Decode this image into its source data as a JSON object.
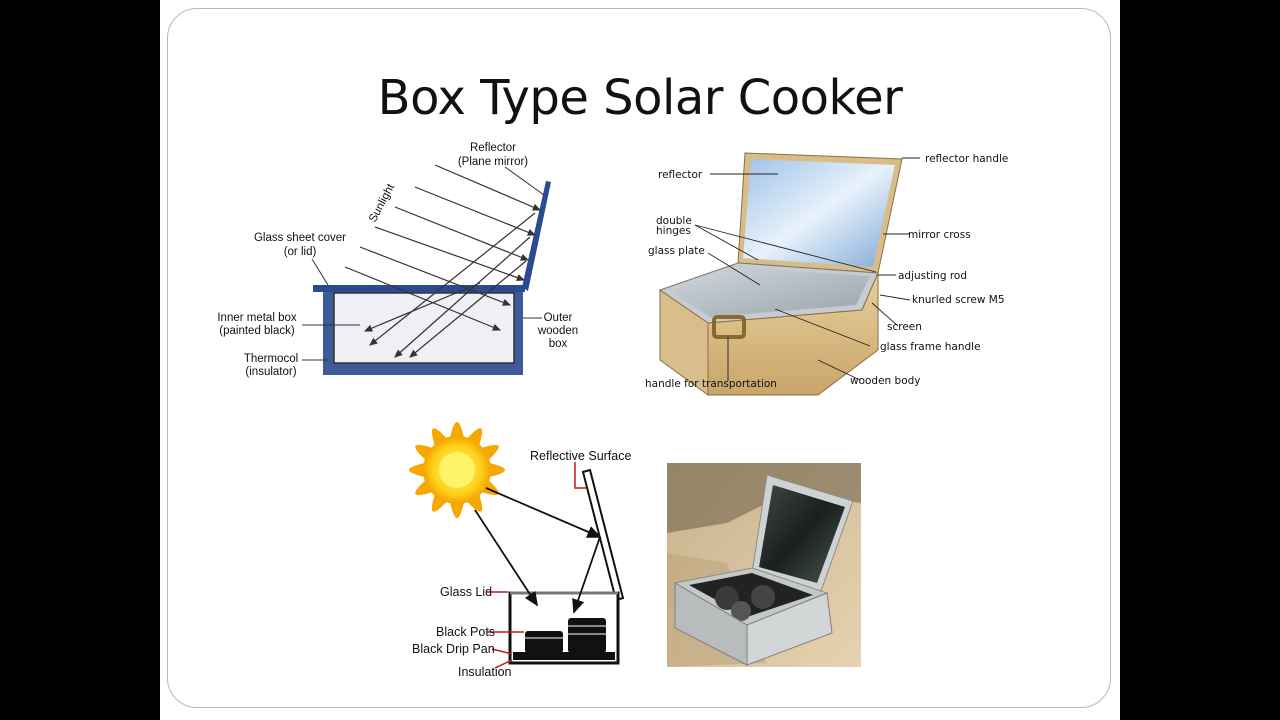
{
  "slide": {
    "title": "Box Type Solar Cooker"
  },
  "diagram1": {
    "reflector": "Reflector",
    "reflector_sub": "(Plane mirror)",
    "sunlight": "Sunlight",
    "glass_cover": "Glass sheet cover",
    "glass_cover_sub": "(or lid)",
    "inner_box": "Inner metal box",
    "inner_box_sub": "(painted black)",
    "outer_box_1": "Outer",
    "outer_box_2": "wooden",
    "outer_box_3": "box",
    "thermocol": "Thermocol",
    "thermocol_sub": "(insulator)"
  },
  "diagram2": {
    "reflector": "reflector",
    "reflector_handle": "reflector handle",
    "double_hinges_1": "double",
    "double_hinges_2": "hinges",
    "mirror_cross": "mirror cross",
    "glass_plate": "glass plate",
    "adjusting_rod": "adjusting rod",
    "knurled_screw": "knurled screw M5",
    "screen": "screen",
    "glass_frame_handle": "glass frame handle",
    "wooden_body": "wooden body",
    "handle_transport": "handle for transportation"
  },
  "diagram3": {
    "reflective_surface": "Reflective Surface",
    "glass_lid": "Glass Lid",
    "black_pots": "Black Pots",
    "black_drip_pan": "Black Drip Pan",
    "insulation": "Insulation"
  },
  "icons": [
    "sun-icon"
  ]
}
